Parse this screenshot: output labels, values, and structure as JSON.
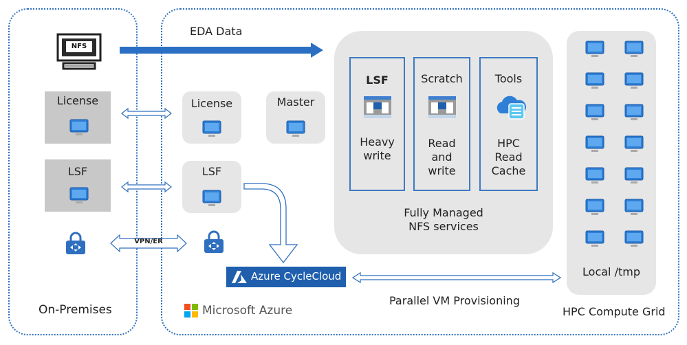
{
  "on_premises": {
    "region_label": "On-Premises",
    "nfs_label": "NFS",
    "license_label": "License",
    "lsf_label": "LSF"
  },
  "azure": {
    "brand_label": "Microsoft Azure",
    "eda_data_label": "EDA Data",
    "license_label": "License",
    "master_label": "Master",
    "lsf_label": "LSF",
    "vpn_label": "VPN/ER",
    "cyclecloud_label": "Azure CycleCloud",
    "parallel_label": "Parallel VM Provisioning"
  },
  "nfs_services": {
    "caption_line1": "Fully Managed",
    "caption_line2": "NFS services",
    "cards": [
      {
        "title": "LSF",
        "line1": "Heavy",
        "line2": "write",
        "line3": ""
      },
      {
        "title": "Scratch",
        "line1": "Read",
        "line2": "and",
        "line3": "write"
      },
      {
        "title": "Tools",
        "line1": "HPC",
        "line2": "Read",
        "line3": "Cache"
      }
    ]
  },
  "compute_grid": {
    "local_label": "Local /tmp",
    "grid_label": "HPC Compute Grid"
  },
  "colors": {
    "accent_blue": "#2f6fbf",
    "arrow_blue": "#2b6fc4",
    "cyclecloud_bg": "#1f5fad"
  }
}
